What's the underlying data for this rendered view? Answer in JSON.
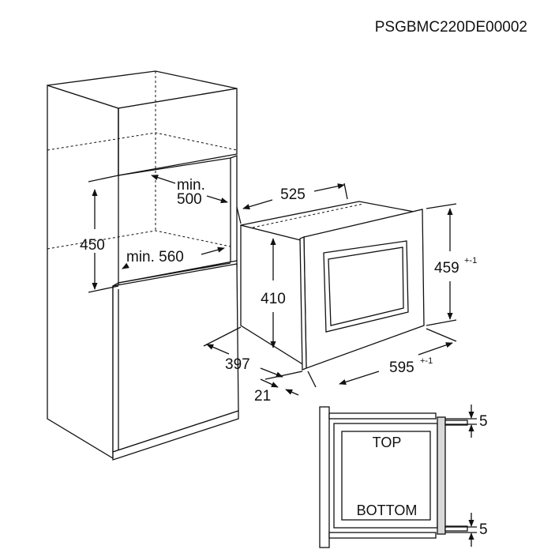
{
  "drawing_code": "PSGBMC220DE00002",
  "cabinet": {
    "min_depth_prefix": "min.",
    "min_depth_value": "500",
    "min_width_label": "min. 560",
    "niche_height": "450"
  },
  "appliance": {
    "depth": "525",
    "body_height": "410",
    "front_height": "459",
    "front_height_tol": "+-1",
    "front_width": "595",
    "front_width_tol": "+-1",
    "total_depth": "397",
    "front_thickness": "21"
  },
  "detail": {
    "top_label": "TOP",
    "bottom_label": "BOTTOM",
    "top_gap": "5",
    "bottom_gap": "5"
  }
}
